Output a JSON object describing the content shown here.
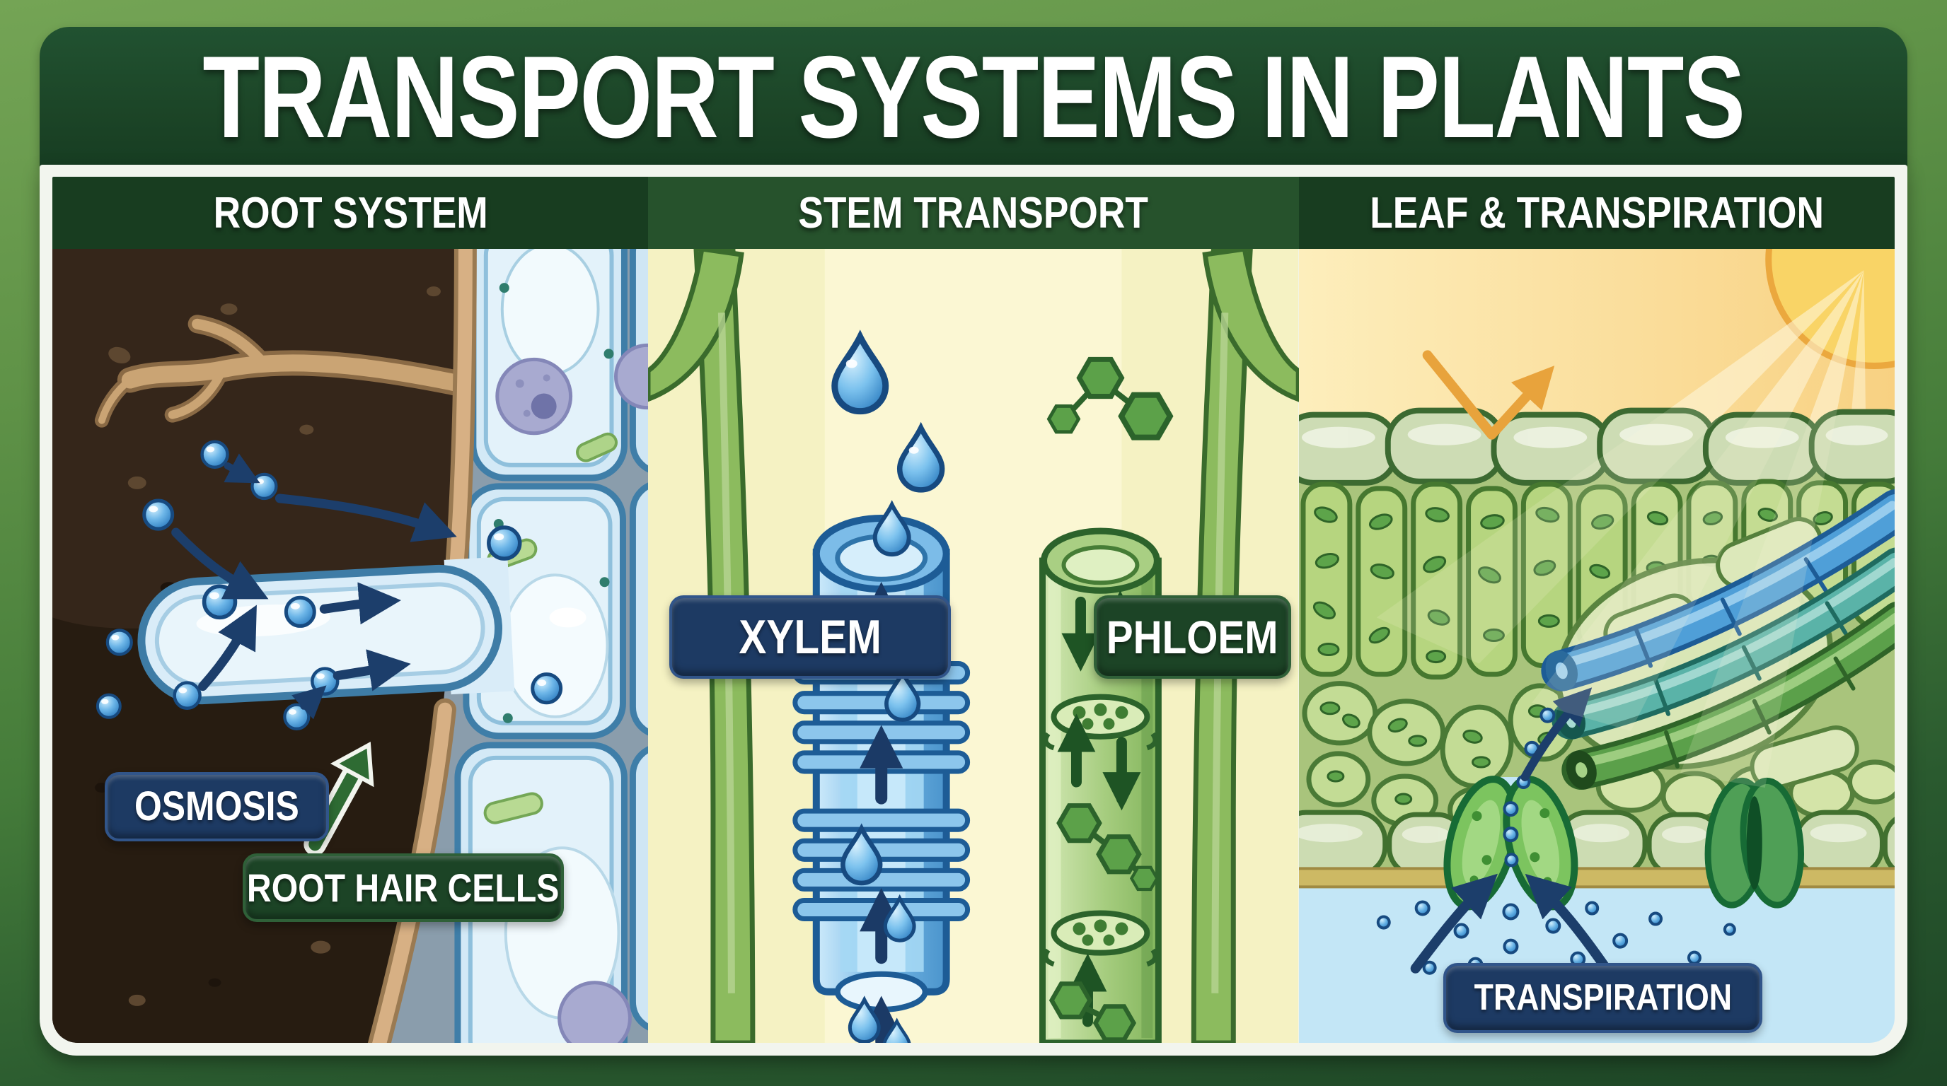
{
  "title": "TRANSPORT SYSTEMS IN PLANTS",
  "panels": {
    "root": {
      "header": "ROOT SYSTEM",
      "labels": {
        "osmosis": "OSMOSIS",
        "root_hair_cells": "ROOT HAIR CELLS"
      }
    },
    "stem": {
      "header": "STEM TRANSPORT",
      "labels": {
        "xylem": "XYLEM",
        "phloem": "PHLOEM"
      }
    },
    "leaf": {
      "header": "LEAF & TRANSPIRATION",
      "labels": {
        "transpiration": "TRANSPIRATION"
      }
    }
  },
  "colors": {
    "outer_frame_green_top": "#74a455",
    "outer_frame_green_bottom": "#1d4526",
    "title_band_green": "#1c4527",
    "panel_header_dark_green": "#183d20",
    "panel_header_mid_green": "#26522c",
    "label_navy": "#1d3a63",
    "label_dark_green": "#1c4426",
    "soil_brown": "#35261a",
    "root_cell_blue": "#d3e9f6",
    "water_droplet_blue": "#2f7fc2",
    "arrow_navy": "#1c3e6b",
    "xylem_tube_blue": "#4a94cc",
    "phloem_tube_green": "#8fc069",
    "stem_background_cream": "#f5f2c3",
    "sky_yellow": "#f9d88a",
    "sun_yellow": "#f9d466",
    "leaf_cell_green": "#b6d57f",
    "lower_air_blue": "#c3e6f6"
  }
}
